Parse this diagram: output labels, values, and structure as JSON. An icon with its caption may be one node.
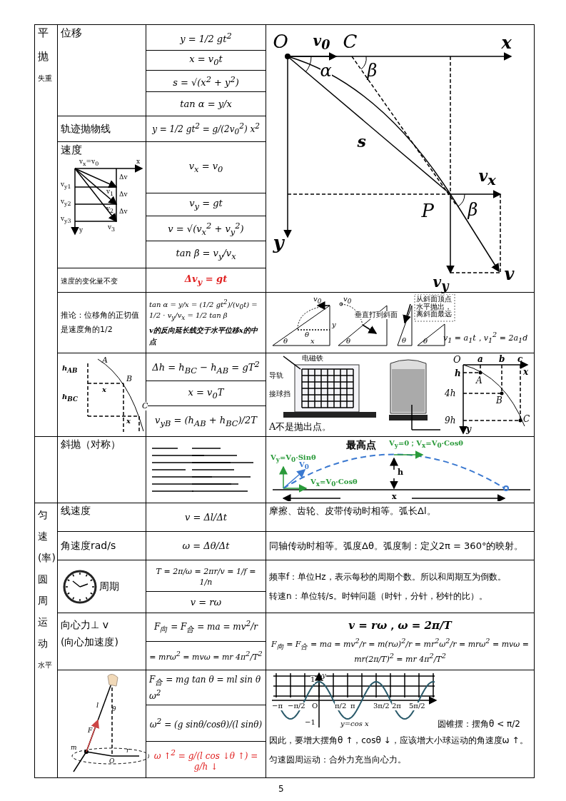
{
  "diagram": {
    "labels": [
      "平",
      "抛",
      "失重",
      "位移",
      "y = 1/2 gt$^{2}$",
      "O",
      "v$_{0}$",
      "C",
      "x",
      "α",
      "β",
      "s",
      "v$_{x}$",
      "P",
      "β",
      "y",
      "v$_{y}$",
      "v",
      "x = v$_{0}$t",
      "s = √(x$^{2}$ + y$^{2}$)",
      "tan α = y/x",
      "轨迹抛物线",
      "y = 1/2 gt$^{2}$ = g/(2v$_{0}$$^{2}$) x$^{2}$",
      "速度",
      "v$_{x}$=v$_{0}$",
      "x",
      "Δv",
      "v$_{y1}$",
      "v$_{1}$",
      "Δv",
      "v$_{y2}$",
      "v$_{2}$",
      "Δv",
      "v$_{y3}$",
      "v$_{3}$",
      "y",
      "v$_{x}$ = v$_{0}$",
      "v$_{y}$ = gt",
      "v = √(v$_{x}$$^{2}$ + v$_{y}$$^{2}$)",
      "tan β = v$_{y}$/v$_{x}$",
      "速度的变化量不变",
      "Δv$_{y}$ = gt",
      "推论：位移角的正切值是速度角的1/2",
      "tan α = y/x = (1/2 gt$^{2}$)/(v$_{0}$t) = 1/2 · v$_{y}$/v$_{x}$ = 1/2 tan β",
      "v的反向延长线交于水平位移x的中点",
      "v$_{0}$",
      "y",
      "θ",
      "x",
      "θ",
      "v$_{0}$",
      "垂直打到斜面",
      "θ",
      "θ",
      "从斜面顶点水平抛出，离斜面最远",
      "θ",
      "v$_{1}$ = a$_{1}$t，v$_{1}$$^{2}$ = 2a$_{1}$d",
      "A",
      "h$_{AB}$",
      "B",
      "x",
      "h$_{BC}$",
      "x",
      "C",
      "Δh = h$_{BC}$ − h$_{AB}$ = gT$^{2}$",
      "电磁铁",
      "导轨",
      "接球挡",
      "O",
      "a",
      "b",
      "c",
      "x",
      "h",
      "A",
      "4h",
      "B",
      "9h",
      "y",
      "C",
      "A不是抛出点。",
      "x = v$_{0}$T",
      "v$_{yB}$ = (h$_{AB}$ + h$_{BC}$)/2T",
      "斜抛（对称）",
      "最高点",
      "V$_{y}$=0；V$_{x}$=V$_{0}$·Cosθ",
      "V$_{y}$=V$_{0}$·Sinθ",
      "V$_{0}$",
      "h",
      "V$_{x}$=V$_{0}$·Cosθ",
      "x",
      "匀",
      "速",
      "(率)",
      "圆",
      "周",
      "运",
      "动",
      "水平",
      "线速度",
      "v = Δl/Δt",
      "摩擦、齿轮、皮带传动时相等。弧长Δl。",
      "角速度rad/s",
      "ω = Δθ/Δt",
      "同轴传动时相等。弧度Δθ。弧度制：定义2π = 360°的映射。",
      "周期",
      "T = 2π/ω = 2πr/v = 1/f = 1/n",
      "频率f：单位Hz，表示每秒的周期个数。所以和周期互为倒数。",
      "转速n：单位转/s。时钟问题（时针，分针，秒针的比）。",
      "v = rω",
      "向心力⊥ v",
      "(向心加速度)",
      "F$_{向}$ = F$_{合}$ = ma = mv$^{2}$/r",
      "v = rω，ω = 2π/T",
      "F$_{向}$ = F$_{合}$ = ma = mv$^{2}$/r = m(rω)$^{2}$/r = mr$^{2}$ω$^{2}$/r = mrω$^{2}$ = mvω = mr(2π/T)$^{2}$ = mr 4π$^{2}$/T$^{2}$",
      "= mrω$^{2}$ = mvω = mr 4π$^{2}$/T$^{2}$",
      "l",
      "θ",
      "F",
      "m",
      "O",
      "r",
      "F$_{合}$ = mg tan θ = ml sin θ ω$^{2}$",
      "y",
      "1",
      "−π",
      "−π/2",
      "O",
      "π/2",
      "π",
      "3π/2",
      "2π",
      "5π/2",
      "−1",
      "y=cos x",
      "圆锥摆：摆角θ < π/2",
      "因此，要增大摆角θ ↑，cosθ ↓，应该增大小球运动的角速度ω ↑。",
      "匀速圆周运动：合外力充当向心力。",
      "ω$^{2}$ = (g sinθ/cosθ)/(l sinθ)",
      "ω ↑$^{2}$ = g/(l cos ↓θ ↑) = g/h ↓",
      "5"
    ]
  }
}
